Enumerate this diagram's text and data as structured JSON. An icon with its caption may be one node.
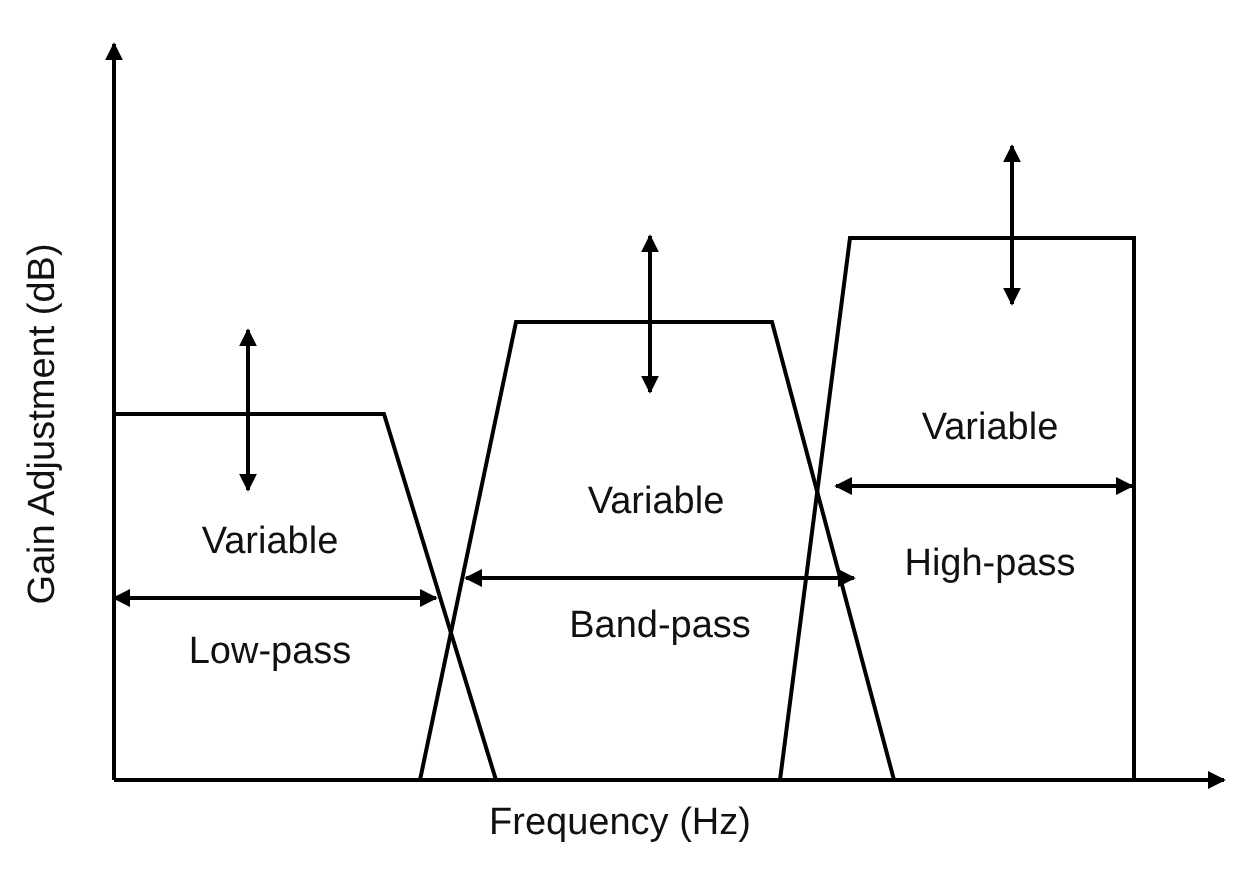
{
  "diagram": {
    "nodes": [
      {
        "text": [
          "Variable",
          "Low-pass"
        ]
      },
      {
        "text": [
          "Variable",
          "Band-pass"
        ]
      },
      {
        "text": [
          "Variable",
          "High-pass"
        ]
      }
    ],
    "labels": [
      "Gain Adjustment (dB)",
      "Frequency (Hz)"
    ]
  }
}
